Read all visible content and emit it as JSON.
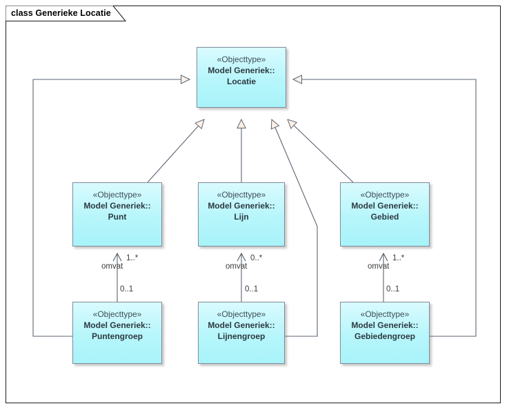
{
  "frame": {
    "title": "class Generieke Locatie"
  },
  "palette": {
    "class_fill_top": "#d9fbff",
    "class_fill_bottom": "#a8f3f9",
    "class_border": "#7f8a99",
    "connector": "#5a6472",
    "arrow_fill": "#fdf0e6",
    "frame_border": "#1a1a1a",
    "text": "#2b3940",
    "stereotype_text": "#3f4d55"
  },
  "classes": [
    {
      "id": "locatie",
      "stereotype": "«Objecttype»",
      "qualifier": "Model Generiek::",
      "name": "Locatie"
    },
    {
      "id": "punt",
      "stereotype": "«Objecttype»",
      "qualifier": "Model Generiek::",
      "name": "Punt"
    },
    {
      "id": "lijn",
      "stereotype": "«Objecttype»",
      "qualifier": "Model Generiek::",
      "name": "Lijn"
    },
    {
      "id": "gebied",
      "stereotype": "«Objecttype»",
      "qualifier": "Model Generiek::",
      "name": "Gebied"
    },
    {
      "id": "puntengroep",
      "stereotype": "«Objecttype»",
      "qualifier": "Model Generiek::",
      "name": "Puntengroep"
    },
    {
      "id": "lijnengroep",
      "stereotype": "«Objecttype»",
      "qualifier": "Model Generiek::",
      "name": "Lijnengroep"
    },
    {
      "id": "gebiedengroep",
      "stereotype": "«Objecttype»",
      "qualifier": "Model Generiek::",
      "name": "Gebiedengroep"
    }
  ],
  "associations": [
    {
      "id": "punt-puntengroep",
      "source": "puntengroep",
      "target": "punt",
      "role": "omvat",
      "target_multiplicity": "1..*",
      "source_multiplicity": "0..1"
    },
    {
      "id": "lijn-lijnengroep",
      "source": "lijnengroep",
      "target": "lijn",
      "role": "omvat",
      "target_multiplicity": "0..*",
      "source_multiplicity": "0..1"
    },
    {
      "id": "gebied-gebiedengroep",
      "source": "gebiedengroep",
      "target": "gebied",
      "role": "omvat",
      "target_multiplicity": "1..*",
      "source_multiplicity": "0..1"
    }
  ],
  "generalizations": [
    {
      "id": "punt-locatie",
      "source": "punt",
      "target": "locatie"
    },
    {
      "id": "lijn-locatie",
      "source": "lijn",
      "target": "locatie"
    },
    {
      "id": "gebied-locatie",
      "source": "gebied",
      "target": "locatie"
    },
    {
      "id": "puntengroep-locatie",
      "source": "puntengroep",
      "target": "locatie"
    },
    {
      "id": "lijnengroep-locatie",
      "source": "lijnengroep",
      "target": "locatie"
    },
    {
      "id": "gebiedengroep-locatie",
      "source": "gebiedengroep",
      "target": "locatie"
    }
  ],
  "labels": {
    "punt_mult_upper": "1..*",
    "punt_role": "omvat",
    "punt_mult_lower": "0..1",
    "lijn_mult_upper": "0..*",
    "lijn_role": "omvat",
    "lijn_mult_lower": "0..1",
    "gebied_mult_upper": "1..*",
    "gebied_role": "omvat",
    "gebied_mult_lower": "0..1"
  }
}
